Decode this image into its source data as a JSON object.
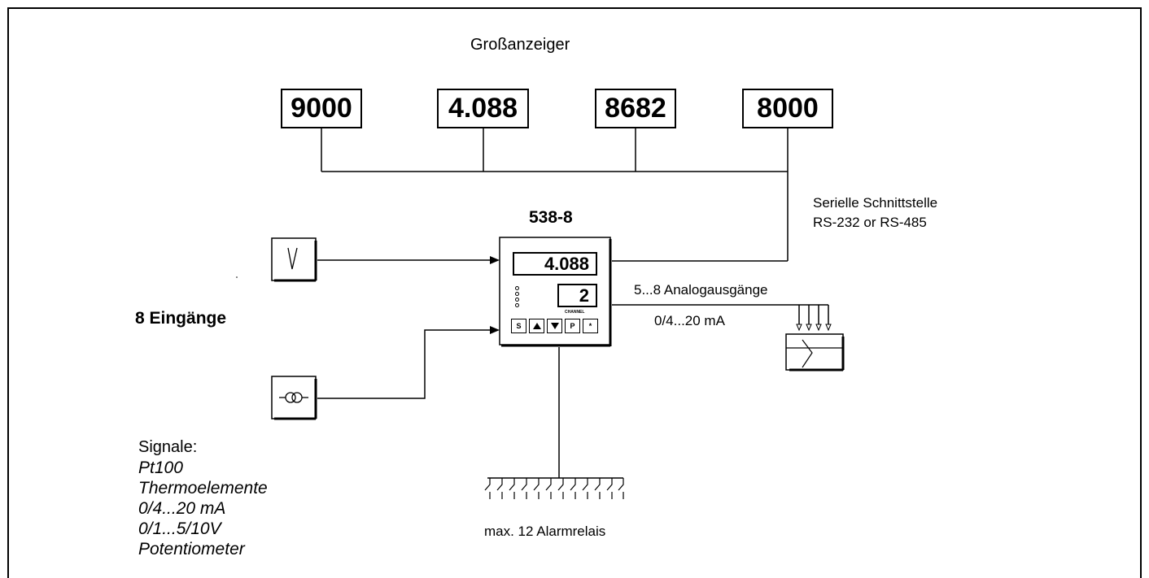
{
  "title": "Großanzeiger",
  "displays": [
    "9000",
    "4.088",
    "8682",
    "8000"
  ],
  "device": {
    "name": "538-8",
    "main_value": "4.088",
    "channel_value": "2",
    "channel_label": "CHANNEL",
    "keys": [
      {
        "label": "S",
        "icon": "s-key"
      },
      {
        "label": "",
        "icon": "up-triangle-icon"
      },
      {
        "label": "",
        "icon": "down-triangle-icon"
      },
      {
        "label": "P",
        "icon": "p-key"
      },
      {
        "label": "*",
        "icon": "star-key"
      }
    ]
  },
  "serial": {
    "line1": "Serielle Schnittstelle",
    "line2": "RS-232 or RS-485"
  },
  "inputs_label": "8 Eingänge",
  "analog": {
    "label": "5...8 Analogausgänge",
    "range": "0/4...20 mA"
  },
  "alarm_label": "max. 12 Alarmrelais",
  "signals": {
    "heading": "Signale:",
    "items": [
      "Pt100",
      "Thermoelemente",
      "0/4...20 mA",
      "0/1...5/10V",
      "Potentiometer"
    ]
  },
  "icons": [
    "thermocouple-icon",
    "transformer-icon",
    "analog-output-icon",
    "relay-contacts-icon"
  ]
}
